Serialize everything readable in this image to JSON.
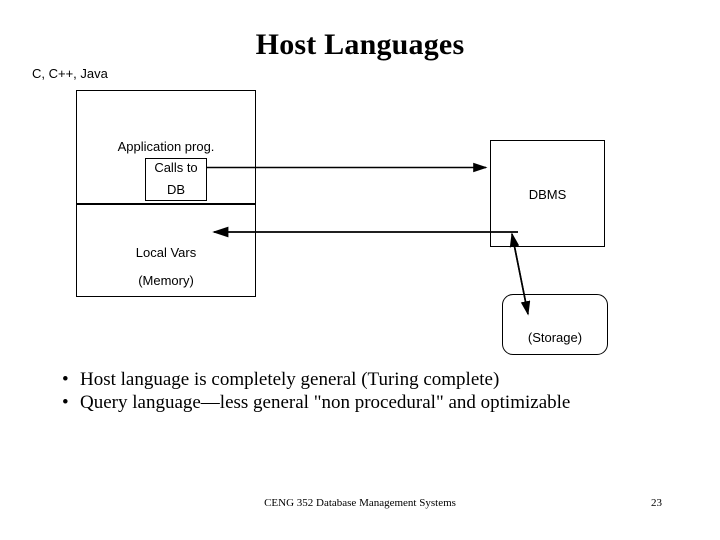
{
  "slide": {
    "title": "Host Languages"
  },
  "diagram": {
    "host_language_label": "C, C++, Java",
    "application_program": "Application prog.",
    "calls_to": "Calls to",
    "db": "DB",
    "local_vars": "Local Vars",
    "memory": "(Memory)",
    "dbms": "DBMS",
    "storage": "(Storage)",
    "line_color": "#000000"
  },
  "bullets": [
    {
      "marker": "•",
      "text": "Host language is completely general (Turing complete)"
    },
    {
      "marker": "•",
      "text": "Query language—less general \"non procedural\" and optimizable"
    }
  ],
  "footer": {
    "course": "CENG 352 Database Management Systems",
    "page_number": "23"
  }
}
